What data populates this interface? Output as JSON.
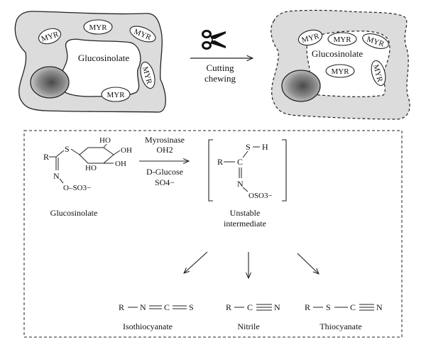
{
  "top": {
    "glucosinolate_label": "Glucosinolate",
    "myr_label": "MYR",
    "action_line1": "Cutting",
    "action_line2": "chewing"
  },
  "reaction": {
    "reagents_above": [
      "Myrosinase",
      "OH2"
    ],
    "reagents_below": [
      "D-Glucose",
      "SO4−"
    ],
    "glucosinolate_caption": "Glucosinolate",
    "intermediate_caption_line1": "Unstable",
    "intermediate_caption_line2": "intermediate",
    "structure_atoms": {
      "R": "R",
      "S": "S",
      "N": "N",
      "C": "C",
      "H": "H",
      "HO": "HO",
      "OH": "OH",
      "O_SO3": "O–SO3−",
      "OSO3": "OSO3−"
    }
  },
  "products": [
    {
      "name": "Isothiocyanate",
      "formula": [
        "R",
        "N",
        "C",
        "S"
      ]
    },
    {
      "name": "Nitrile",
      "formula": [
        "R",
        "C",
        "N"
      ]
    },
    {
      "name": "Thiocyanate",
      "formula": [
        "R",
        "S",
        "C",
        "N"
      ]
    }
  ],
  "colors": {
    "cell_fill": "#dcdcdc",
    "stroke": "#222222"
  }
}
